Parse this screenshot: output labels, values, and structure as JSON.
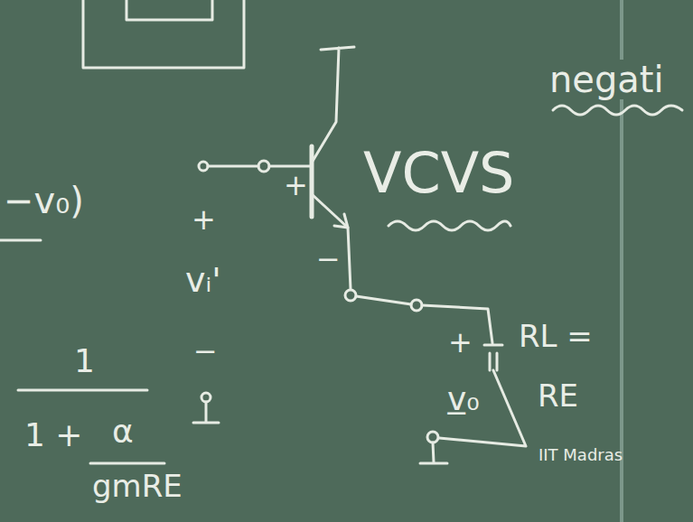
{
  "diagram": {
    "labels": [
      "−v₀)",
      "VCVS",
      "negati",
      "+",
      "−",
      "+",
      "vᵢ'",
      "−",
      "+",
      "RL =",
      "RE",
      "v₀",
      "−",
      "1",
      "1 +",
      "α",
      "gmRE",
      "IIT Madras"
    ]
  }
}
